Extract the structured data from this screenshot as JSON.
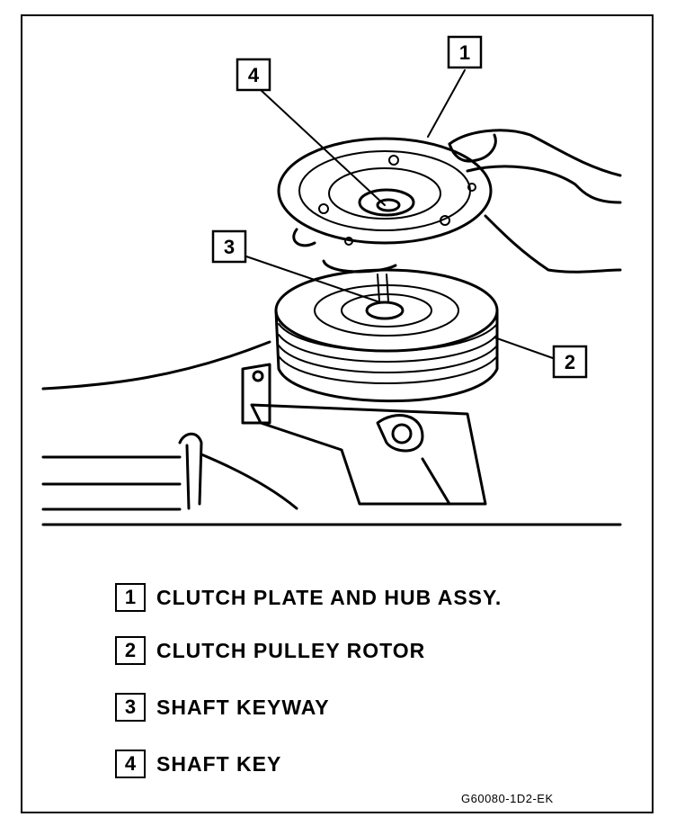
{
  "callouts": [
    {
      "number": "1"
    },
    {
      "number": "2"
    },
    {
      "number": "3"
    },
    {
      "number": "4"
    }
  ],
  "legend": [
    {
      "number": "1",
      "label": "CLUTCH PLATE AND HUB ASSY."
    },
    {
      "number": "2",
      "label": "CLUTCH PULLEY ROTOR"
    },
    {
      "number": "3",
      "label": "SHAFT KEYWAY"
    },
    {
      "number": "4",
      "label": "SHAFT KEY"
    }
  ],
  "figure_id": "G60080-1D2-EK"
}
